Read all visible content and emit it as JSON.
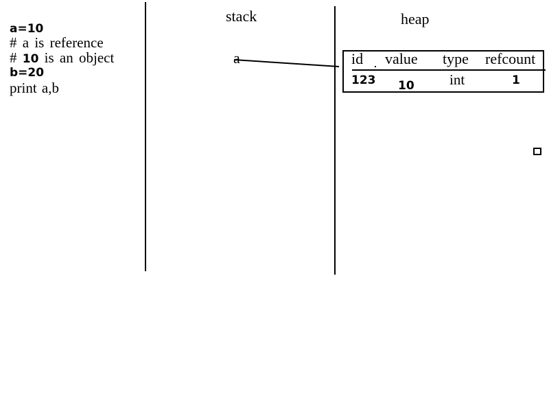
{
  "code": {
    "line1": "a=10",
    "line2": "# a is reference",
    "line3_prefix": "# ",
    "line3_number": "10",
    "line3_suffix": " is an object",
    "line4": "b=20",
    "line5": "print a,b"
  },
  "stack": {
    "heading": "stack",
    "variable": "a"
  },
  "heap": {
    "heading": "heap",
    "columns": [
      "id",
      "value",
      "type",
      "refcount"
    ],
    "row": {
      "id": "123",
      "value": "10",
      "type": "int",
      "refcount": "1"
    }
  }
}
